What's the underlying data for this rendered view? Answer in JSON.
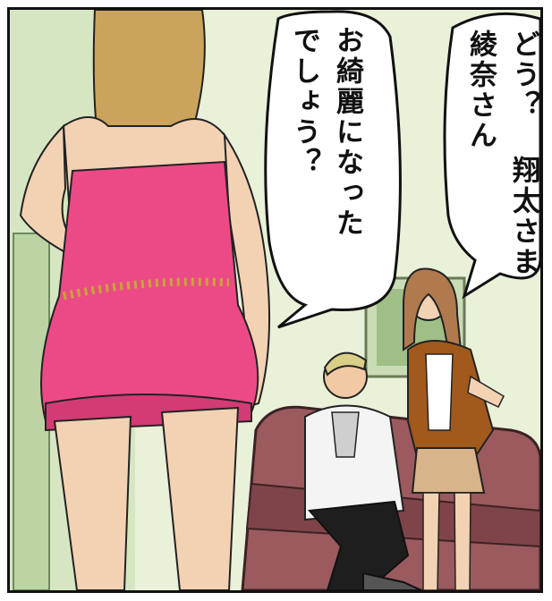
{
  "bubbles": {
    "right": {
      "line1": "どう？ 翔太さま",
      "line2": "綾奈さん"
    },
    "left": {
      "line1": "お綺麗になった",
      "line2": "でしょう？"
    }
  },
  "colors": {
    "wall": "#e9f1d9",
    "dress": "#ec4a86",
    "sofa": "#9a5a5e",
    "jacket": "#a15a1c"
  }
}
